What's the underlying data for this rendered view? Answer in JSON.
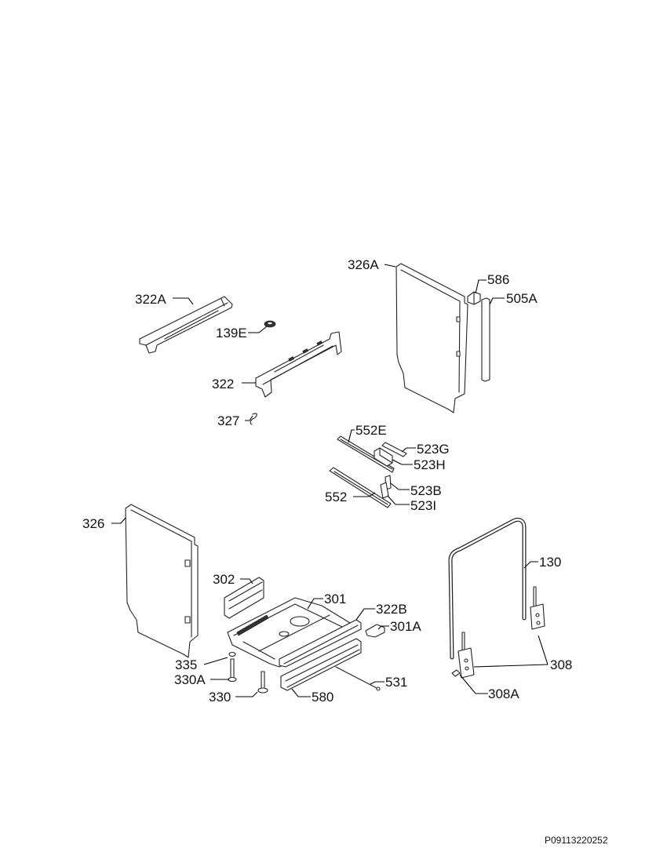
{
  "labels": {
    "p322A": "322A",
    "p139E": "139E",
    "p322": "322",
    "p327": "327",
    "p326A": "326A",
    "p586": "586",
    "p505A": "505A",
    "p552E": "552E",
    "p523G": "523G",
    "p523H": "523H",
    "p552": "552",
    "p523B": "523B",
    "p523I": "523I",
    "p326": "326",
    "p302": "302",
    "p301": "301",
    "p322B": "322B",
    "p301A": "301A",
    "p335": "335",
    "p330A": "330A",
    "p330": "330",
    "p580": "580",
    "p531": "531",
    "p130": "130",
    "p308": "308",
    "p308A": "308A"
  },
  "document_number": "P09113220252"
}
